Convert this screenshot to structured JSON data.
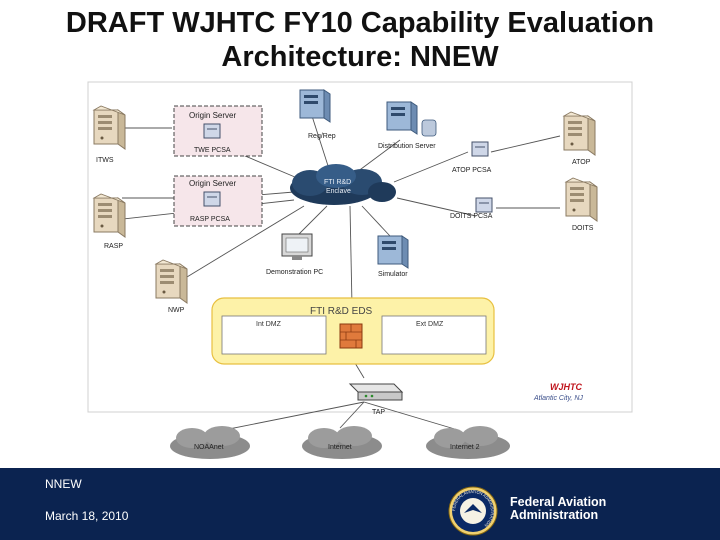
{
  "slide": {
    "title_line1": "DRAFT WJHTC FY10 Capability Evaluation",
    "title_line2": "Architecture: NNEW"
  },
  "diagram": {
    "origin_server_1": "Origin Server",
    "twe_pcsa": "TWE PCSA",
    "itws": "ITWS",
    "origin_server_2": "Origin Server",
    "rasp_pcsa": "RASP PCSA",
    "rasp": "RASP",
    "reg_rep": "Reg/Rep",
    "distribution_server": "Distribution Server",
    "atop_pcsa": "ATOP PCSA",
    "atop": "ATOP",
    "enclave_line1": "FTI R&D",
    "enclave_line2": "Enclave",
    "doits_pcsa": "DOITS PCSA",
    "doits": "DOITS",
    "demonstration_pc": "Demonstration PC",
    "simulator": "Simulator",
    "nwp": "NWP",
    "fti_rd_eds": "FTI R&D EDS",
    "int_dmz": "Int DMZ",
    "ext_dmz": "Ext DMZ",
    "tap": "TAP",
    "wjhtc": "WJHTC",
    "wjhtc_location": "Atlantic City, NJ",
    "noaanet": "NOAAnet",
    "internet": "Internet",
    "internet2": "Internet 2"
  },
  "footer": {
    "section": "NNEW",
    "date": "March 18, 2010",
    "org_line1": "Federal Aviation",
    "org_line2": "Administration",
    "seal_text": "FEDERAL AVIATION ADMINISTRATION"
  },
  "colors": {
    "footer_bg": "#0b2350",
    "eds_fill": "#fdf2a8",
    "eds_border": "#e8c040",
    "enclave_fill": "#1f3a5a",
    "origin_box_fill": "#f6e6ea",
    "cloud_fill": "#8c8c8c"
  }
}
